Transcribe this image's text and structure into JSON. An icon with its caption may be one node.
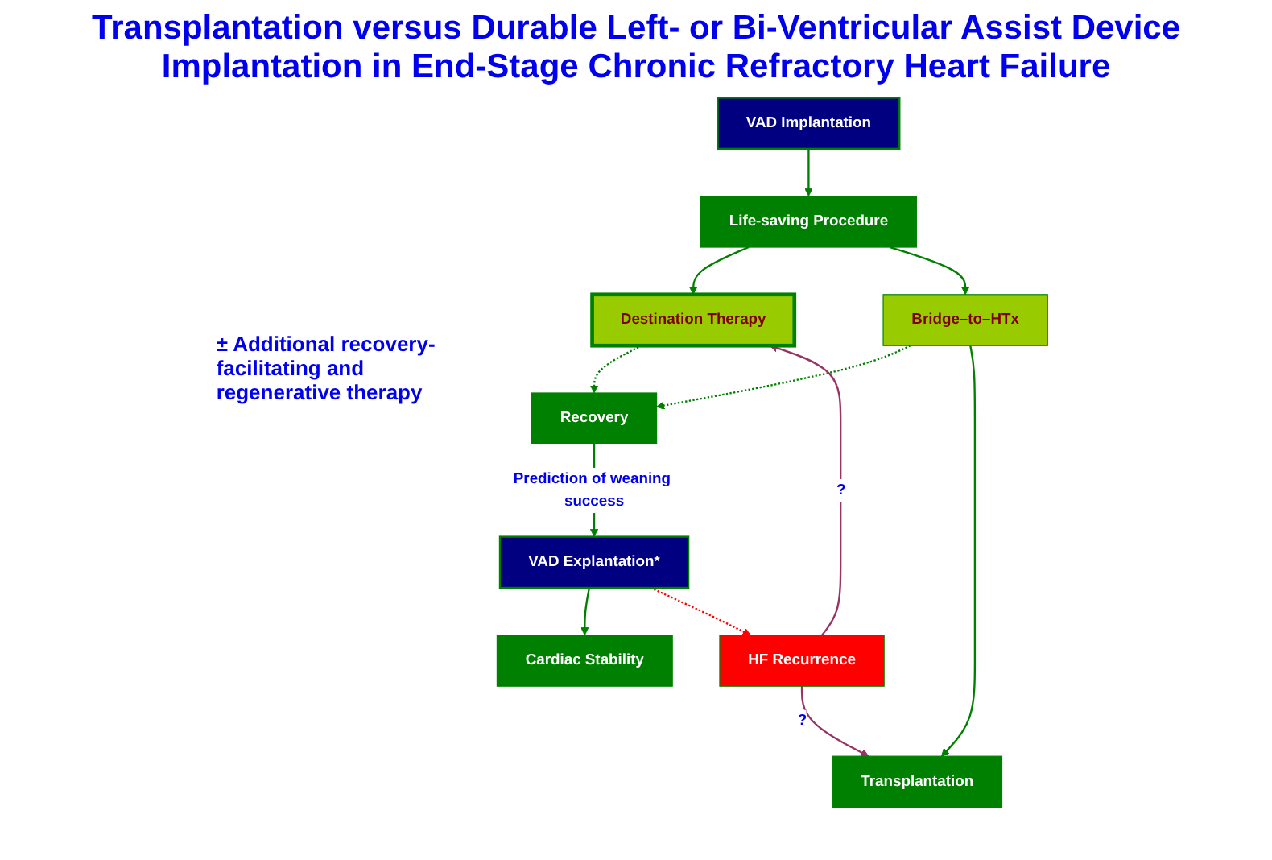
{
  "diagram": {
    "title": "Transplantation versus Durable Left- or Bi-Ventricular Assist Device Implantation in End-Stage Chronic Refractory Heart Failure",
    "nodes": [
      {
        "text": [
          "VAD Implantation"
        ]
      },
      {
        "text": [
          "Life-saving Procedure"
        ]
      },
      {
        "text": [
          "Destination Therapy"
        ]
      },
      {
        "text": [
          "Bridge–to–HTx"
        ]
      },
      {
        "text": [
          "Recovery"
        ]
      },
      {
        "text": [
          "VAD Explantation*"
        ]
      },
      {
        "text": [
          "Transplantation"
        ]
      },
      {
        "text": [
          "Cardiac Stability"
        ]
      },
      {
        "text": [
          "HF Recurrence"
        ]
      }
    ],
    "edges": [
      {
        "from": 0,
        "to": 1,
        "arrow": "to"
      },
      {
        "from": 1,
        "to": 2,
        "arrow": "to"
      },
      {
        "from": 1,
        "to": 3,
        "arrow": "to"
      },
      {
        "from": 2,
        "to": 4,
        "arrow": "to",
        "style": "dashed"
      },
      {
        "from": 3,
        "to": 4,
        "arrow": "to",
        "style": "dashed"
      },
      {
        "from": 3,
        "to": 6,
        "arrow": "to"
      },
      {
        "from": 4,
        "to": 5,
        "arrow": "to",
        "label": "Prediction of weaning success"
      },
      {
        "from": 5,
        "to": 7,
        "arrow": "to"
      },
      {
        "from": 5,
        "to": 8,
        "arrow": "to",
        "style": "dashed",
        "color": "#ff0000"
      },
      {
        "from": 8,
        "to": 6,
        "arrow": "to",
        "label": "?",
        "color": "#993366"
      },
      {
        "from": 8,
        "to": 2,
        "arrow": "to",
        "label": "?",
        "color": "#993366"
      }
    ],
    "labels": [
      "± Additional recovery-facilitating and regenerative therapy"
    ]
  }
}
